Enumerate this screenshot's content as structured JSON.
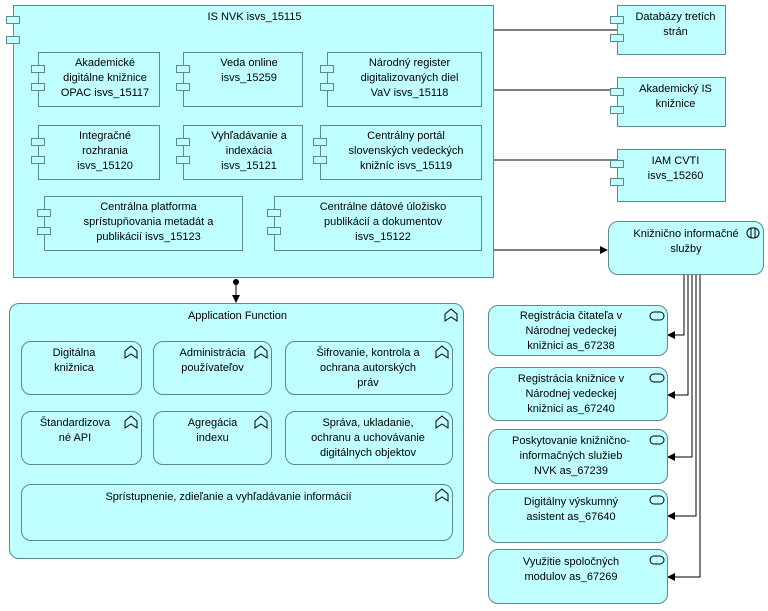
{
  "nvk": {
    "title": "IS NVK isvs_15115",
    "components": [
      {
        "label": "Akademické\ndigitálne knižnice\nOPAC isvs_15117"
      },
      {
        "label": "Veda online\nisvs_15259"
      },
      {
        "label": "Národný register\ndigitalizovaných diel\nVaV  isvs_15118"
      },
      {
        "label": "Integračné\nrozhrania\nisvs_15120"
      },
      {
        "label": "Vyhľadávanie a\nindexácia\nisvs_15121"
      },
      {
        "label": "Centrálny portál\nslovenských vedeckých\nknižníc isvs_15119"
      },
      {
        "label": "Centrálna platforma\nsprístupňovania metadát a\npublikácií isvs_15123"
      },
      {
        "label": "Centrálne dátové úložisko\npublikácií a dokumentov\nisvs_15122"
      }
    ]
  },
  "external": [
    {
      "label": "Databázy tretích\nstrán"
    },
    {
      "label": "Akademický IS\nknižnice"
    },
    {
      "label": "IAM CVTI\nisvs_15260"
    }
  ],
  "service_main": {
    "label": "Knižnično informačné\nslužby"
  },
  "app_function": {
    "title": "Application Function",
    "functions": [
      {
        "label": "Digitálna\nknižnica"
      },
      {
        "label": "Administrácia\npoužívateľov"
      },
      {
        "label": "Šifrovanie, kontrola a\nochrana autorských\npráv"
      },
      {
        "label": "Štandardizova\nné API"
      },
      {
        "label": "Agregácia\nindexu"
      },
      {
        "label": "Správa, ukladanie,\nochranu a uchovávanie\ndigitálnych objektov"
      },
      {
        "label": "Sprístupnenie, zdieľanie a vyhľadávanie informácií"
      }
    ]
  },
  "services": [
    {
      "label": "Registrácia čitateľa v\nNárodnej vedeckej\nknižnici as_67238"
    },
    {
      "label": "Registrácia knižnice v\nNárodnej vedeckej\nknižnici as_67240"
    },
    {
      "label": "Poskytovanie knižnično-\ninformačných služieb\nNVK as_67239"
    },
    {
      "label": "Digitálny výskumný\nasistent as_67640"
    },
    {
      "label": "Využitie spoločných\nmodulov as_67269"
    }
  ],
  "icons": [
    "component-icon",
    "function-icon",
    "service-icon",
    "interface-icon"
  ]
}
